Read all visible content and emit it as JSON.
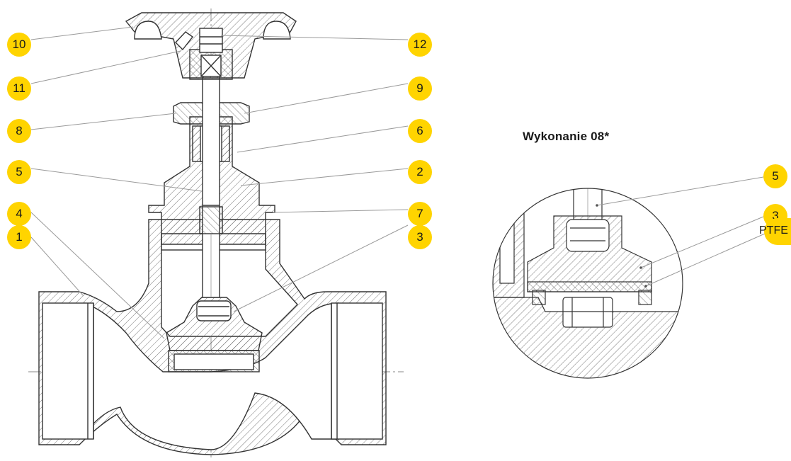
{
  "main_view": {
    "callouts": [
      {
        "id": "callout-10",
        "label": "10"
      },
      {
        "id": "callout-11",
        "label": "11"
      },
      {
        "id": "callout-8",
        "label": "8"
      },
      {
        "id": "callout-5",
        "label": "5"
      },
      {
        "id": "callout-4",
        "label": "4"
      },
      {
        "id": "callout-1",
        "label": "1"
      },
      {
        "id": "callout-12",
        "label": "12"
      },
      {
        "id": "callout-9",
        "label": "9"
      },
      {
        "id": "callout-6",
        "label": "6"
      },
      {
        "id": "callout-2",
        "label": "2"
      },
      {
        "id": "callout-7",
        "label": "7"
      },
      {
        "id": "callout-3",
        "label": "3"
      }
    ]
  },
  "detail_view": {
    "caption": "Wykonanie  08*",
    "callouts": [
      {
        "id": "detail-callout-5",
        "label": "5"
      },
      {
        "id": "detail-callout-3",
        "label": "3"
      }
    ],
    "ptfe_label": "PTFE"
  },
  "colors": {
    "badge": "#ffd400",
    "line": "#333333",
    "hatch": "#555555",
    "leader": "#9a9a9a",
    "centerline": "#8a8a8a"
  }
}
